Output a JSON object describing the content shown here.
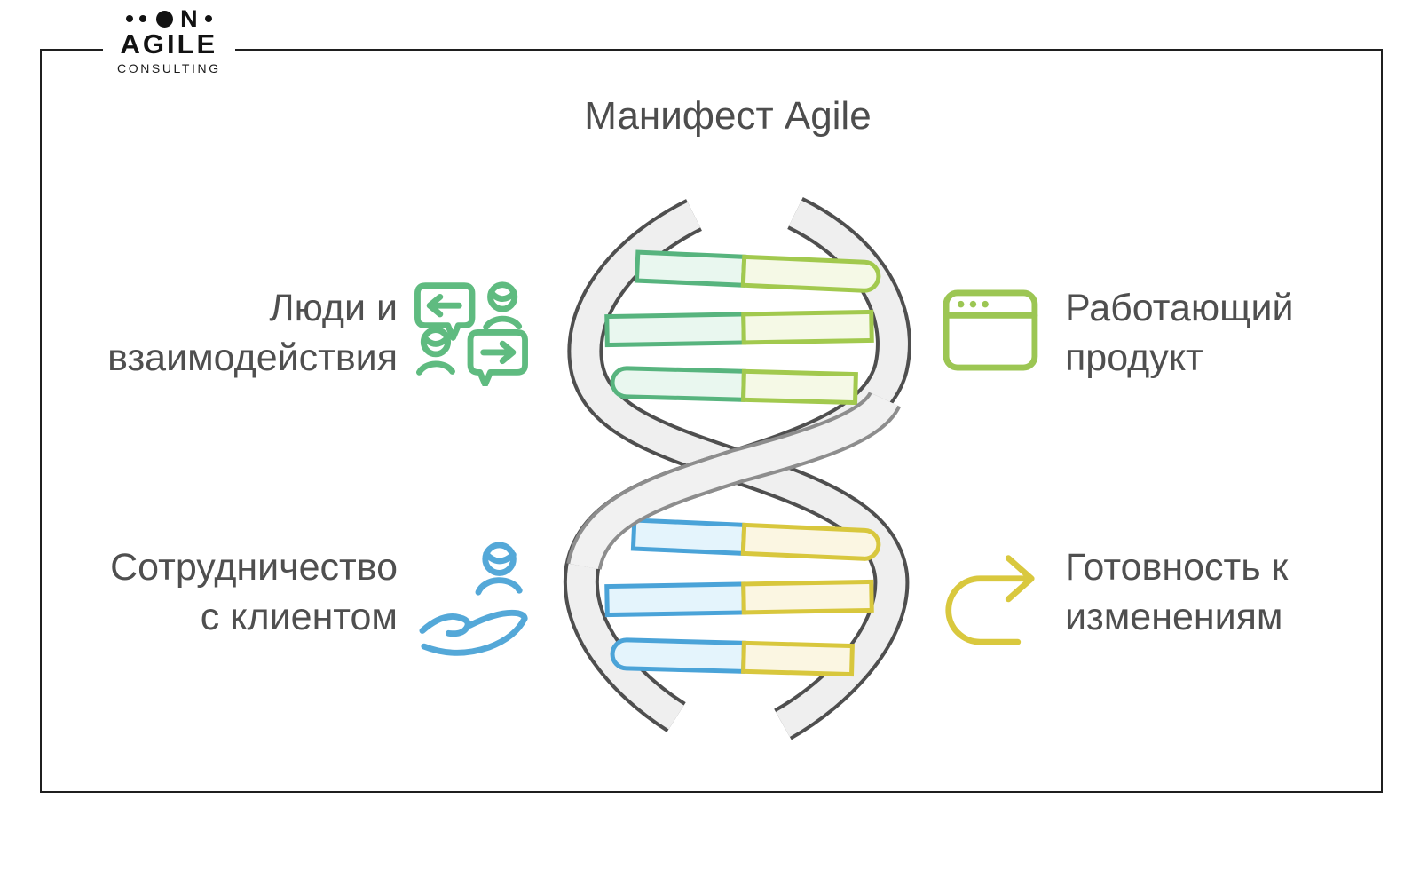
{
  "logo": {
    "mark_letter": "N",
    "name": "AGILE",
    "subtitle": "CONSULTING"
  },
  "title": "Манифест Agile",
  "diagram": {
    "type": "dna-helix-infographic",
    "center_illustration": "dna-double-helix",
    "quadrants": [
      {
        "id": "people",
        "position": "top-left",
        "line1": "Люди и",
        "line2": "взаимодействия",
        "icon": "people-chat-icon",
        "accent_color": "#5fbb80"
      },
      {
        "id": "working-product",
        "position": "top-right",
        "line1": "Работающий",
        "line2": "продукт",
        "icon": "browser-window-icon",
        "accent_color": "#9cc653"
      },
      {
        "id": "customer-collaboration",
        "position": "bottom-left",
        "line1": "Сотрудничество",
        "line2": "с клиентом",
        "icon": "hand-person-icon",
        "accent_color": "#54a8d8"
      },
      {
        "id": "change-readiness",
        "position": "bottom-right",
        "line1": "Готовность к",
        "line2": "изменениям",
        "icon": "uturn-arrow-icon",
        "accent_color": "#d9c83e"
      }
    ],
    "dna_colors": {
      "strand_front_stroke": "#8d8d8d",
      "strand_back_stroke": "#4f4f4f",
      "strand_fill": "#efefef",
      "rung_green_stroke": "#57b47e",
      "rung_green_fill": "#e9f7ef",
      "rung_lime_stroke": "#a2c94e",
      "rung_lime_fill": "#f5f9e6",
      "rung_blue_stroke": "#4aa3d8",
      "rung_blue_fill": "#e4f4fc",
      "rung_yellow_stroke": "#d8c73d",
      "rung_yellow_fill": "#fbf6e2"
    }
  }
}
